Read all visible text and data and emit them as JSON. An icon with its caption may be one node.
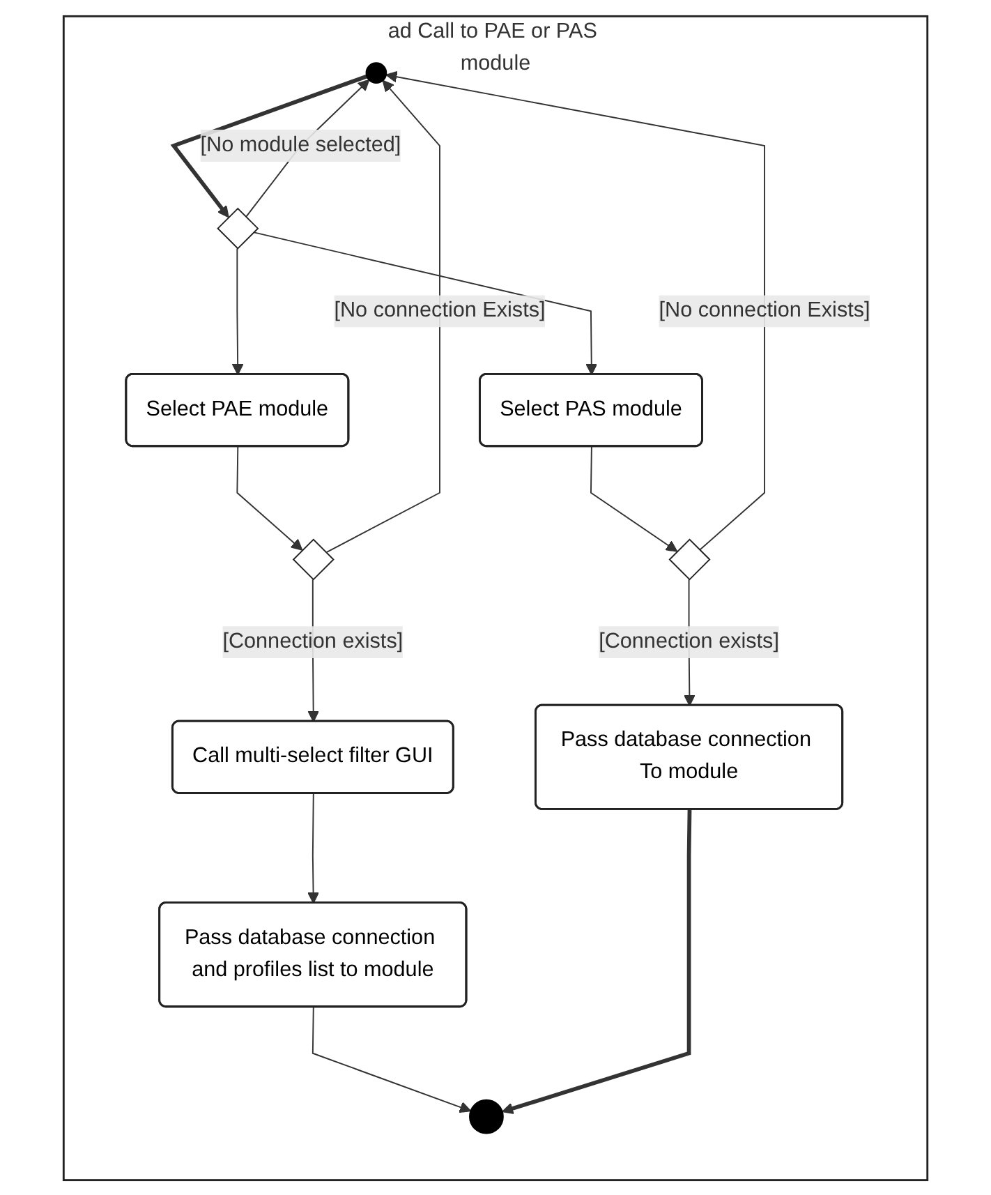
{
  "diagram": {
    "nodes": [
      {
        "text": [
          "ad Call to PAE or PAS module"
        ]
      },
      {
        "text": [],
        "shape": "circle",
        "in": 0
      },
      {
        "text": [],
        "shape": "diamond",
        "in": 0
      },
      {
        "text": [
          "Select PAE module"
        ],
        "in": 0
      },
      {
        "text": [
          "Select PAS module"
        ],
        "in": 0
      },
      {
        "text": [],
        "shape": "diamond",
        "in": 0
      },
      {
        "text": [],
        "shape": "diamond",
        "in": 0
      },
      {
        "text": [
          "Call multi-select filter GUI"
        ],
        "in": 0
      },
      {
        "text": [
          "Pass database connection and profiles list to module"
        ],
        "in": 0
      },
      {
        "text": [
          "Pass database connection To module"
        ],
        "in": 0
      },
      {
        "text": [],
        "shape": "circle",
        "in": 0
      }
    ],
    "edges": [
      {
        "from": 1,
        "to": 2,
        "arrow": "to",
        "style": "thick"
      },
      {
        "from": 2,
        "to": 1,
        "arrow": "to",
        "label": "[No module selected]"
      },
      {
        "from": 2,
        "to": 3,
        "arrow": "to"
      },
      {
        "from": 2,
        "to": 4,
        "arrow": "to"
      },
      {
        "from": 3,
        "to": 5,
        "arrow": "to"
      },
      {
        "from": 4,
        "to": 6,
        "arrow": "to"
      },
      {
        "from": 5,
        "to": 1,
        "arrow": "to",
        "label": "[No connection Exists]"
      },
      {
        "from": 6,
        "to": 1,
        "arrow": "to",
        "label": "[No connection Exists]"
      },
      {
        "from": 5,
        "to": 7,
        "arrow": "to",
        "label": "[Connection exists]"
      },
      {
        "from": 6,
        "to": 9,
        "arrow": "to",
        "label": "[Connection exists]"
      },
      {
        "from": 7,
        "to": 8,
        "arrow": "to"
      },
      {
        "from": 8,
        "to": 10,
        "arrow": "to"
      },
      {
        "from": 9,
        "to": 10,
        "arrow": "to",
        "style": "thick"
      }
    ]
  }
}
